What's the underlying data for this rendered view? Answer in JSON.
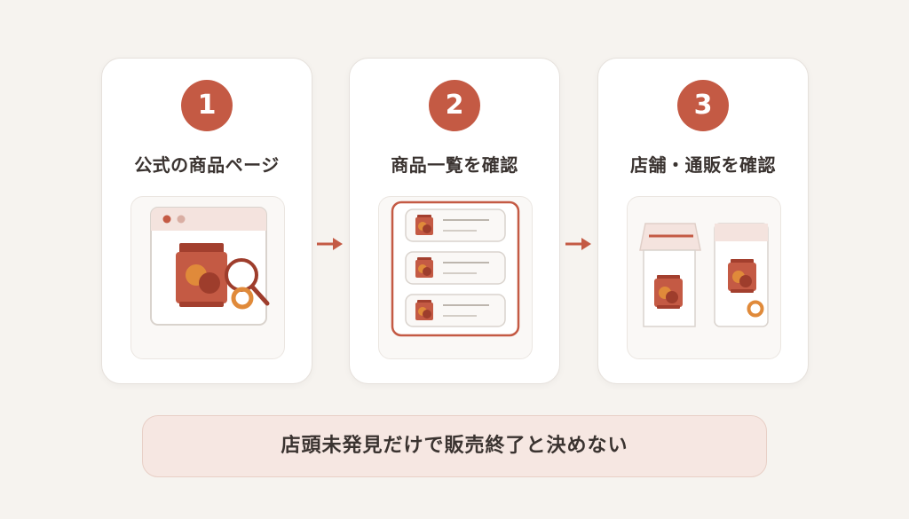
{
  "steps": [
    {
      "number": "1",
      "title": "公式の商品ページ"
    },
    {
      "number": "2",
      "title": "商品一覧を確認"
    },
    {
      "number": "3",
      "title": "店舗・通販を確認"
    }
  ],
  "note": "店頭未発見だけで販売終了と決めない",
  "colors": {
    "accent": "#c45a44",
    "background": "#f6f3ef",
    "note_background": "#f6e7e2",
    "text": "#3a3330"
  }
}
